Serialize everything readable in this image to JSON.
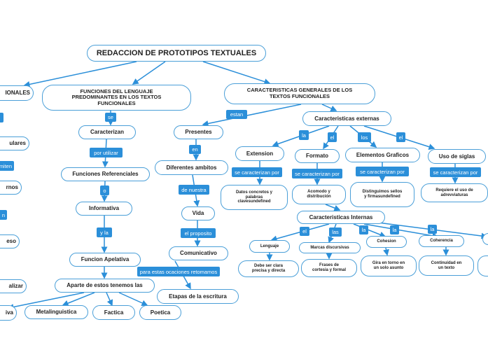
{
  "title": "REDACCION DE PROTOTIPOS TEXTUALES",
  "left_partial": {
    "n1": "IONALES",
    "n2": "ulares",
    "n3": "rnos",
    "n4": "eso",
    "n5": "alizar",
    "n6": "iva",
    "l1": "miten",
    "l2": "n"
  },
  "funciones": {
    "title": "FUNCIONES DEL LENGUAJE PREDOMINANTES EN LOS TEXTOS FUNCIONALES",
    "l_se": "se",
    "caracterizan": "Caracterizan",
    "l_por_utilizar": "por utilizar",
    "referenciales": "Funciones Referenciales",
    "l_o": "o",
    "informativa": "Informativa",
    "l_y_la": "y la",
    "apelativa": "Funcion Apelativa",
    "aparte": "Aparte de estos tenemos las",
    "metalinguistica": "Metalinguistica",
    "factica": "Factica",
    "poetica": "Poetica"
  },
  "presentes": {
    "l_estan": "estan",
    "presentes": "Presentes",
    "l_en": "en",
    "ambitos": "Diferentes ambitos",
    "l_de_nuestra": "de nuestra",
    "vida": "Vida",
    "l_el_proposito": "el proposito",
    "comunicativo": "Comunicativo",
    "l_ocasiones": "para estas ocaciones retomamos",
    "etapas": "Etapas de la escritura"
  },
  "caracteristicas": {
    "title": "CARACTERISTICAS GENERALES DE LOS TEXTOS FUNCIONALES",
    "externas": "Caracteristicas externas",
    "l_la": "la",
    "l_el": "el",
    "l_los": "los",
    "l_el2": "el",
    "extension": "Extension",
    "formato": "Formato",
    "elementos": "Elementos Graficos",
    "siglas": "Uso de siglas",
    "l_sc1": "se caracterizan por",
    "l_sc2": "se caracterizan por",
    "l_sc3": "se caracterizan por",
    "l_sc4": "se caracterizan por",
    "datos": "Datos concretos y palabras clavesundefined",
    "acomodo": "Acomodo y distribución",
    "distinguimos": "Distinguimos sellos y firmasundefined",
    "requiere": "Requiere el uso de adrevviaturas",
    "internas": "Caracteristicas Internas",
    "l_el3": "el",
    "l_las": "las",
    "l_la2": "la",
    "l_la3": "la",
    "l_la4": "la",
    "lenguaje": "Lenguaje",
    "marcas": "Marcas discursivas",
    "cohesion": "Cohesion",
    "coherencia": "Coherencia",
    "claro": "Debe ser clara precisa y directa",
    "frases": "Frases de cortesia y formal",
    "gira": "Gira en torno en un solo asunto",
    "continuidad": "Continuidad en un texto"
  },
  "colors": {
    "border": "#4a9fd8",
    "label": "#2b8fd9",
    "text": "#222222"
  }
}
